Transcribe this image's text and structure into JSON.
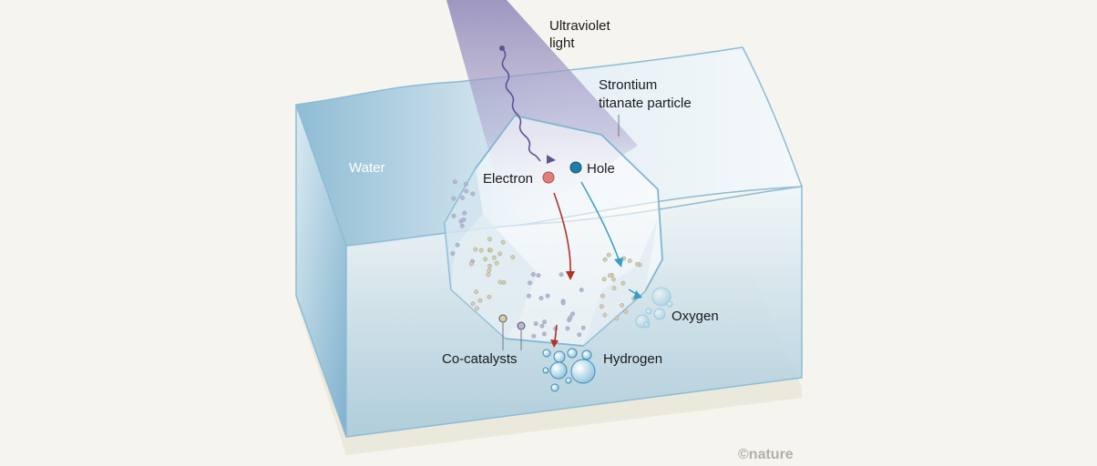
{
  "labels": {
    "uv_line1": "Ultraviolet",
    "uv_line2": "light",
    "particle_line1": "Strontium",
    "particle_line2": "titanate particle",
    "water": "Water",
    "electron": "Electron",
    "hole": "Hole",
    "oxygen": "Oxygen",
    "hydrogen": "Hydrogen",
    "cocatalysts": "Co-catalysts",
    "credit": "©nature"
  },
  "colors": {
    "background": "#f5f4ee",
    "water": "#8fbfd6",
    "uv_beam": "#8e86b8",
    "electron": "#e27d7a",
    "hole": "#1f7fa6",
    "electron_arrow": "#b2302a",
    "hole_arrow": "#3a9cc4",
    "cocatalyst_gold": "#d8cfa4",
    "cocatalyst_lilac": "#b8b6d6"
  }
}
